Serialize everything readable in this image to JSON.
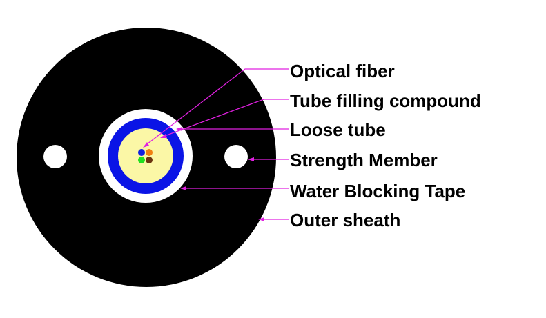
{
  "title": "Cable cross-section",
  "labels": {
    "optical_fiber": "Optical fiber",
    "tube_filling_compound": "Tube filling compound",
    "loose_tube": "Loose tube",
    "strength_member": "Strength Member",
    "water_blocking_tape": "Water Blocking Tape",
    "outer_sheath": "Outer sheath"
  },
  "colors": {
    "sheath": "#000000",
    "tape": "#ffffff",
    "loose_tube": "#0a14e6",
    "filling": "#fbf7a6",
    "leader": "#e020e0",
    "fibers": [
      "#1020e0",
      "#f08010",
      "#20e020",
      "#6b3410"
    ]
  }
}
